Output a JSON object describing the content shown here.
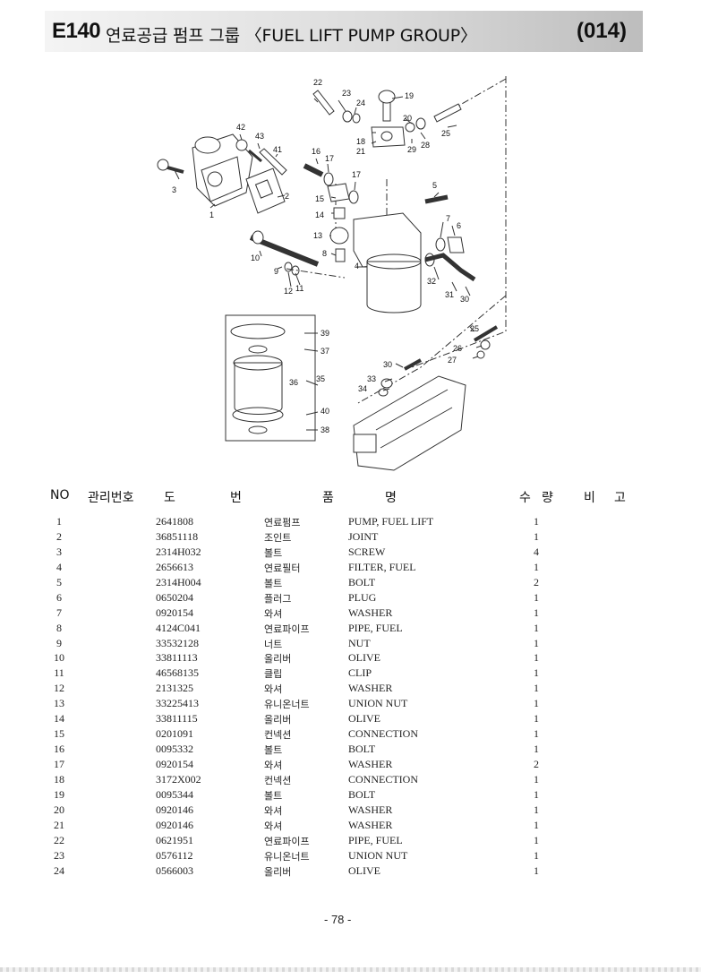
{
  "header": {
    "code": "E140",
    "title": "연료공급 펌프 그룹 〈FUEL LIFT PUMP GROUP〉",
    "page_code": "(014)"
  },
  "callouts": [
    "22",
    "23",
    "24",
    "19",
    "20",
    "25",
    "18",
    "21",
    "29",
    "28",
    "42",
    "43",
    "41",
    "16",
    "17",
    "17",
    "15",
    "3",
    "1",
    "2",
    "5",
    "14",
    "7",
    "6",
    "13",
    "8",
    "4",
    "10",
    "9",
    "12",
    "11",
    "32",
    "31",
    "30",
    "39",
    "37",
    "35",
    "36",
    "40",
    "38",
    "25",
    "26",
    "27",
    "30",
    "33",
    "34"
  ],
  "columns": {
    "no": "NO",
    "mgmt": "관리번호",
    "do": "도",
    "beon": "번",
    "pum": "품",
    "myeong": "명",
    "su": "수",
    "ryang": "량",
    "bi": "비",
    "go": "고"
  },
  "parts": [
    {
      "no": "1",
      "part": "2641808",
      "kor": "연료펌프",
      "name": "PUMP, FUEL LIFT",
      "qty": "1"
    },
    {
      "no": "2",
      "part": "36851118",
      "kor": "조인트",
      "name": "JOINT",
      "qty": "1"
    },
    {
      "no": "3",
      "part": "2314H032",
      "kor": "볼트",
      "name": "SCREW",
      "qty": "4"
    },
    {
      "no": "4",
      "part": "2656613",
      "kor": "연료필터",
      "name": "FILTER, FUEL",
      "qty": "1"
    },
    {
      "no": "5",
      "part": "2314H004",
      "kor": "볼트",
      "name": "BOLT",
      "qty": "2"
    },
    {
      "no": "6",
      "part": "0650204",
      "kor": "플러그",
      "name": "PLUG",
      "qty": "1"
    },
    {
      "no": "7",
      "part": "0920154",
      "kor": "와셔",
      "name": "WASHER",
      "qty": "1"
    },
    {
      "no": "8",
      "part": "4124C041",
      "kor": "연료파이프",
      "name": "PIPE, FUEL",
      "qty": "1"
    },
    {
      "no": "9",
      "part": "33532128",
      "kor": "너트",
      "name": "NUT",
      "qty": "1"
    },
    {
      "no": "10",
      "part": "33811113",
      "kor": "올리버",
      "name": "OLIVE",
      "qty": "1"
    },
    {
      "no": "11",
      "part": "46568135",
      "kor": "클립",
      "name": "CLIP",
      "qty": "1"
    },
    {
      "no": "12",
      "part": "2131325",
      "kor": "와셔",
      "name": "WASHER",
      "qty": "1"
    },
    {
      "no": "13",
      "part": "33225413",
      "kor": "유니온너트",
      "name": "UNION NUT",
      "qty": "1"
    },
    {
      "no": "14",
      "part": "33811115",
      "kor": "올리버",
      "name": "OLIVE",
      "qty": "1"
    },
    {
      "no": "15",
      "part": "0201091",
      "kor": "컨넥션",
      "name": "CONNECTION",
      "qty": "1"
    },
    {
      "no": "16",
      "part": "0095332",
      "kor": "볼트",
      "name": "BOLT",
      "qty": "1"
    },
    {
      "no": "17",
      "part": "0920154",
      "kor": "와셔",
      "name": "WASHER",
      "qty": "2"
    },
    {
      "no": "18",
      "part": "3172X002",
      "kor": "컨넥션",
      "name": "CONNECTION",
      "qty": "1"
    },
    {
      "no": "19",
      "part": "0095344",
      "kor": "볼트",
      "name": "BOLT",
      "qty": "1"
    },
    {
      "no": "20",
      "part": "0920146",
      "kor": "와셔",
      "name": "WASHER",
      "qty": "1"
    },
    {
      "no": "21",
      "part": "0920146",
      "kor": "와셔",
      "name": "WASHER",
      "qty": "1"
    },
    {
      "no": "22",
      "part": "0621951",
      "kor": "연료파이프",
      "name": "PIPE, FUEL",
      "qty": "1"
    },
    {
      "no": "23",
      "part": "0576112",
      "kor": "유니온너트",
      "name": "UNION NUT",
      "qty": "1"
    },
    {
      "no": "24",
      "part": "0566003",
      "kor": "올리버",
      "name": "OLIVE",
      "qty": "1"
    }
  ],
  "footer": {
    "page_number": "- 78 -"
  }
}
